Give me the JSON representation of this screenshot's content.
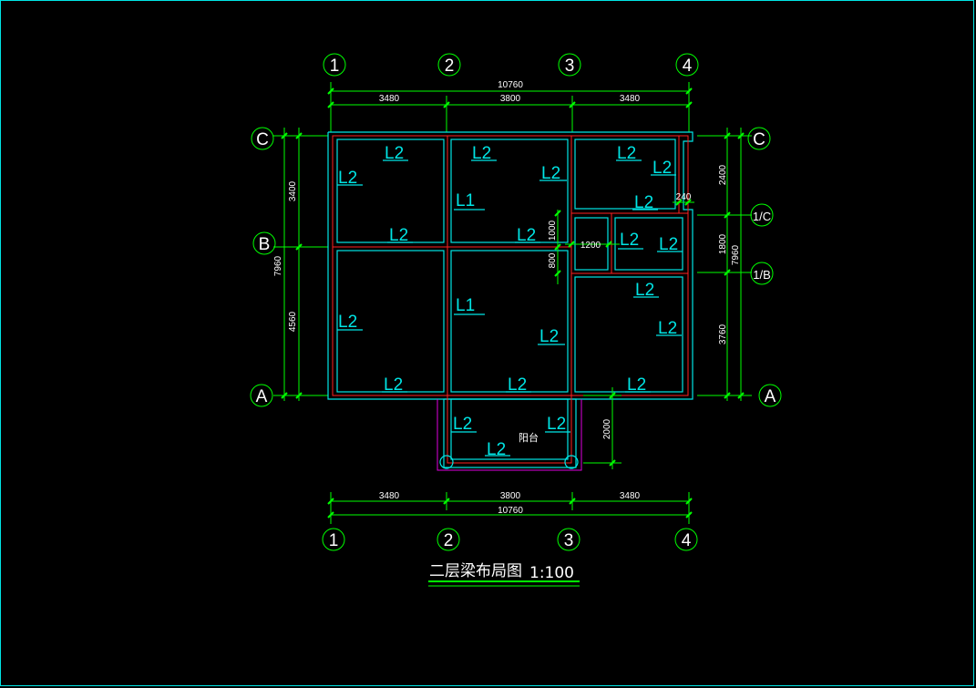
{
  "drawing": {
    "title": "二层梁布局图",
    "scale": "1:100",
    "room_label": "阳台"
  },
  "grid_x": [
    "1",
    "2",
    "3",
    "4"
  ],
  "grid_y": [
    "C",
    "B",
    "A"
  ],
  "grid_y_aux": [
    "1/C",
    "1/B"
  ],
  "dims_top": {
    "total": "10760",
    "segments": [
      "3480",
      "3800",
      "3480"
    ]
  },
  "dims_bottom": {
    "total": "10760",
    "segments": [
      "3480",
      "3800",
      "3480"
    ]
  },
  "dims_left": {
    "total": "7960",
    "segments": [
      "3400",
      "4560"
    ]
  },
  "dims_right": {
    "total": "7960",
    "segments": [
      "2400",
      "1800",
      "3760"
    ]
  },
  "dims_inner": {
    "d1000": "1000",
    "d800": "800",
    "d1200": "1200",
    "d240": "240",
    "d2000": "2000"
  },
  "beams": {
    "b1": "L2",
    "b2": "L2",
    "b3": "L2",
    "b4": "L2",
    "b5": "L2",
    "b6": "L2",
    "b7": "L1",
    "b8": "L2",
    "b9": "L2",
    "b10": "L2",
    "b11": "L2",
    "b12": "L2",
    "b13": "L2",
    "b14": "L1",
    "b15": "L2",
    "b16": "L2",
    "b17": "L2",
    "b18": "L2",
    "b19": "L2",
    "b20": "L2",
    "b21": "L2",
    "b22": "L2",
    "b23": "L2"
  },
  "colors": {
    "frame": "#00e5e5",
    "dim": "#00ff00",
    "beam_text": "#00e5e5",
    "wall": "#ff2020",
    "balcony": "#e000e0"
  }
}
